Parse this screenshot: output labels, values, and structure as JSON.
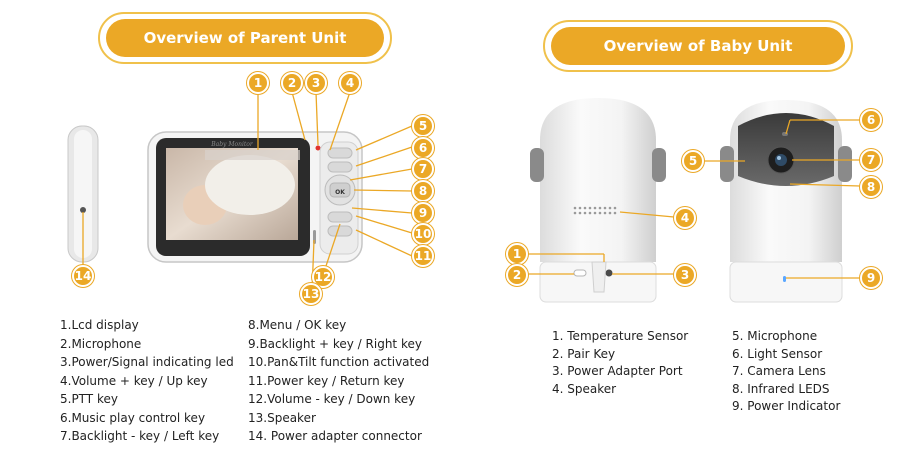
{
  "parent_title": "Overview of Parent Unit",
  "baby_title": "Overview of Baby Unit",
  "screen_brand": "Baby Monitor",
  "parent_badges": [
    "1",
    "2",
    "3",
    "4",
    "5",
    "6",
    "7",
    "8",
    "9",
    "10",
    "11",
    "12",
    "13",
    "14"
  ],
  "baby_badges": [
    "1",
    "2",
    "3",
    "4",
    "5",
    "6",
    "7",
    "8",
    "9"
  ],
  "parent_legend_left": [
    "1.Lcd display",
    "2.Microphone",
    "3.Power/Signal indicating led",
    "4.Volume + key / Up key",
    "5.PTT key",
    "6.Music play control key",
    "7.Backlight - key / Left key"
  ],
  "parent_legend_right": [
    "8.Menu / OK key",
    "9.Backlight + key / Right key",
    "10.Pan&Tilt function activated",
    "11.Power key / Return key",
    "12.Volume - key / Down key",
    "13.Speaker",
    "14. Power adapter connector"
  ],
  "baby_legend_left": [
    "1. Temperature Sensor",
    "2. Pair Key",
    "3. Power Adapter Port",
    "4. Speaker"
  ],
  "baby_legend_right": [
    "5. Microphone",
    "6. Light Sensor",
    "7. Camera Lens",
    "8. Infrared LEDS",
    "9. Power Indicator"
  ],
  "ok_key_label": "OK",
  "colors": {
    "accent": "#eba826",
    "accent_light": "#f0c14b",
    "device_white": "#f2f2f2",
    "device_gray": "#bfbfbf"
  }
}
